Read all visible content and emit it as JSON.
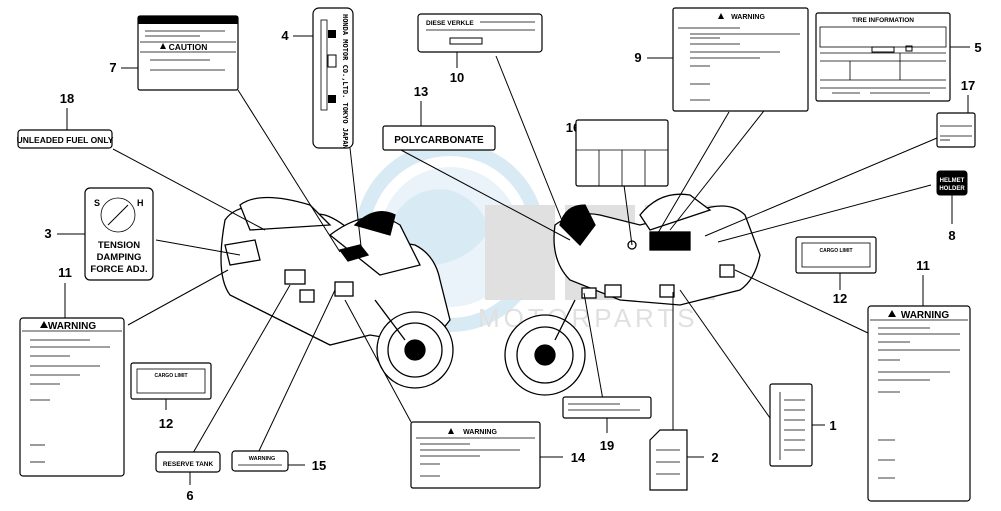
{
  "labels": {
    "unleaded": "UNLEADED FUEL ONLY",
    "tension1": "TENSION",
    "tension2": "DAMPING",
    "tension3": "FORCE ADJ.",
    "caution": "CAUTION",
    "warning": "WARNING",
    "polycarbonate": "POLYCARBONATE",
    "diese_verkle": "DIESE VERKLE",
    "tire_info": "TIRE INFORMATION",
    "cargo_limit": "CARGO LIMIT",
    "reserve_tank": "RESERVE TANK",
    "helmet1": "HELMET",
    "helmet2": "HOLDER",
    "honda": "HONDA MOTOR CO.,LTD. TOKYO JAPAN",
    "dial_s": "S",
    "dial_h": "H",
    "watermark_brand": "MOTORPARTS"
  },
  "callouts": [
    "1",
    "2",
    "3",
    "4",
    "5",
    "6",
    "7",
    "8",
    "9",
    "10",
    "11",
    "11",
    "12",
    "12",
    "13",
    "14",
    "15",
    "16",
    "17",
    "18",
    "19"
  ],
  "colors": {
    "ink": "#000000",
    "watermark": "#b9d9ea",
    "watermark_gray": "#c8c8c8"
  }
}
